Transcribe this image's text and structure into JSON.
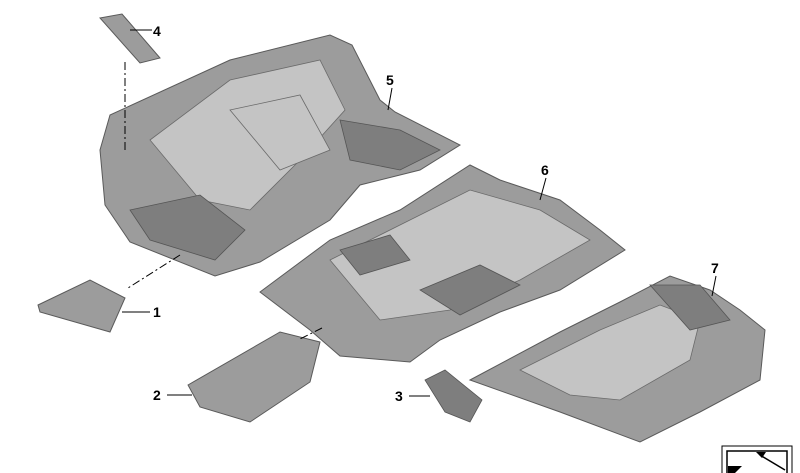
{
  "diagram": {
    "callouts": [
      "1",
      "2",
      "3",
      "4",
      "5",
      "6",
      "7"
    ]
  },
  "nav_icon": "diagonal-arrow-icon"
}
